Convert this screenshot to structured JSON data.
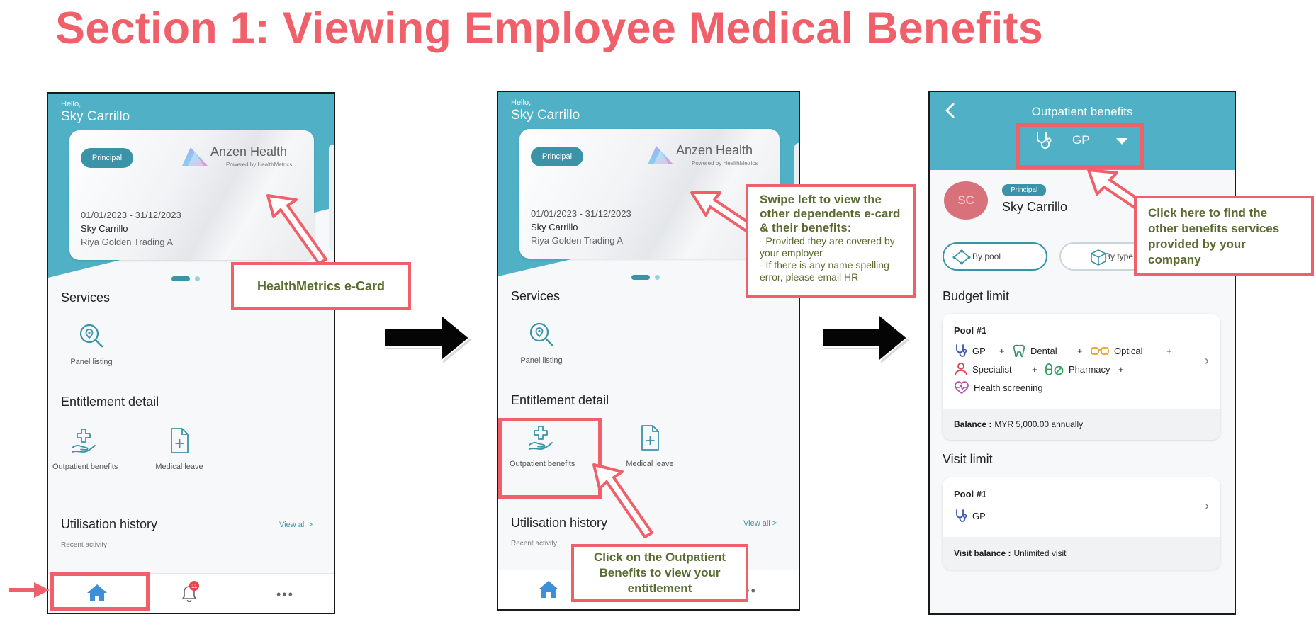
{
  "page": {
    "title": "Section 1: Viewing Employee Medical Benefits"
  },
  "colors": {
    "teal": "#4fb0c6",
    "teal_dark": "#3b93a8",
    "annotation_red": "#f0606a",
    "callout_text": "#5a6b2f",
    "nav_blue": "#3d8fd8"
  },
  "screen1": {
    "greeting": "Hello,",
    "user_name": "Sky Carrillo",
    "card": {
      "badge": "Principal",
      "brand": "Anzen Health",
      "powered_by": "Powered by HealthMetrics",
      "period": "01/01/2023 - 31/12/2023",
      "holder": "Sky Carrillo",
      "company": "Riya Golden Trading A"
    },
    "services_title": "Services",
    "panel_listing": "Panel listing",
    "entitlement_title": "Entitlement detail",
    "outpatient": "Outpatient benefits",
    "medical_leave": "Medical leave",
    "utilisation_title": "Utilisation history",
    "view_all": "View all >",
    "recent_activity": "Recent activity",
    "nav": {
      "notification_count": "11",
      "more_icon": "more-dots-icon"
    }
  },
  "screen2": {
    "greeting": "Hello,",
    "user_name": "Sky Carrillo",
    "card": {
      "badge": "Principal",
      "brand": "Anzen Health",
      "powered_by": "Powered by HealthMetrics",
      "period": "01/01/2023 - 31/12/2023",
      "holder": "Sky Carrillo",
      "company": "Riya Golden Trading A"
    },
    "services_title": "Services",
    "panel_listing": "Panel listing",
    "entitlement_title": "Entitlement detail",
    "outpatient": "Outpatient benefits",
    "medical_leave": "Medical leave",
    "utilisation_title": "Utilisation history",
    "view_all": "View all >",
    "recent_activity": "Recent activity"
  },
  "screen3": {
    "header_title": "Outpatient benefits",
    "filter_value": "GP",
    "avatar_initials": "SC",
    "badge": "Principal",
    "user_name": "Sky Carrillo",
    "chip_pool": "By pool",
    "chip_type": "By type",
    "budget_title": "Budget limit",
    "budget_pool": {
      "title": "Pool #1",
      "benefits": [
        "GP",
        "Dental",
        "Optical",
        "Specialist",
        "Pharmacy",
        "Health screening"
      ],
      "plus": "+",
      "balance_label": "Balance :",
      "balance_value": "MYR 5,000.00 annually"
    },
    "visit_title": "Visit limit",
    "visit_pool": {
      "title": "Pool #1",
      "benefit": "GP",
      "balance_label": "Visit balance :",
      "balance_value": "Unlimited visit"
    }
  },
  "callouts": {
    "ecard": "HealthMetrics e-Card",
    "swipe_title": "Swipe left to view the other dependents e-card & their benefits:",
    "swipe_point1": "- Provided they are covered by your employer",
    "swipe_point2": "- If there is any name spelling error, please email HR",
    "outpatient_click": "Click on the Outpatient Benefits to view your entitlement",
    "gp_click": "Click here to find the other benefits services provided by your company"
  }
}
